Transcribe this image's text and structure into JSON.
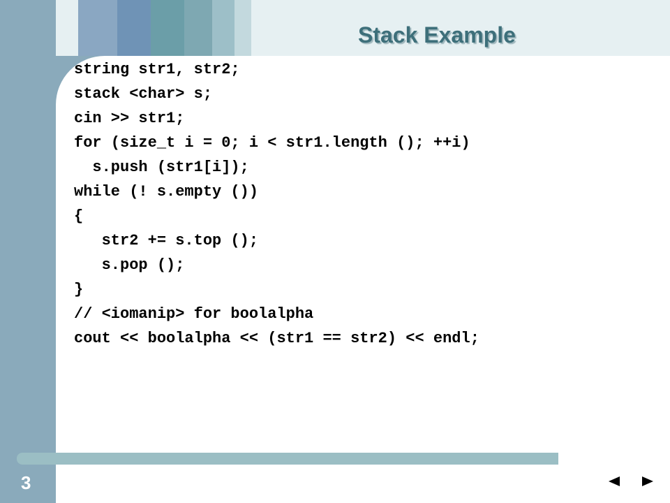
{
  "slide": {
    "title": "Stack Example",
    "number": "3",
    "code_lines": [
      "string str1, str2;",
      "stack <char> s;",
      "cin >> str1;",
      "for (size_t i = 0; i < str1.length (); ++i)",
      "  s.push (str1[i]);",
      "while (! s.empty ())",
      "{",
      "   str2 += s.top ();",
      "   s.pop ();",
      "}",
      "// <iomanip> for boolalpha",
      "cout << boolalpha << (str1 == str2) << endl;"
    ]
  },
  "navigation": {
    "prev_icon": "triangle-left-icon",
    "next_icon": "triangle-right-icon"
  },
  "colors": {
    "left_band": "#8aaabb",
    "top_band": "#e6f0f2",
    "title": "#3d6f7a",
    "bottom_bar": "#9bbec4",
    "strips": [
      "#8aa7c2",
      "#6f93b6",
      "#6b9ea8",
      "#7ea8b2",
      "#9dbfc8",
      "#c3d9de"
    ]
  }
}
